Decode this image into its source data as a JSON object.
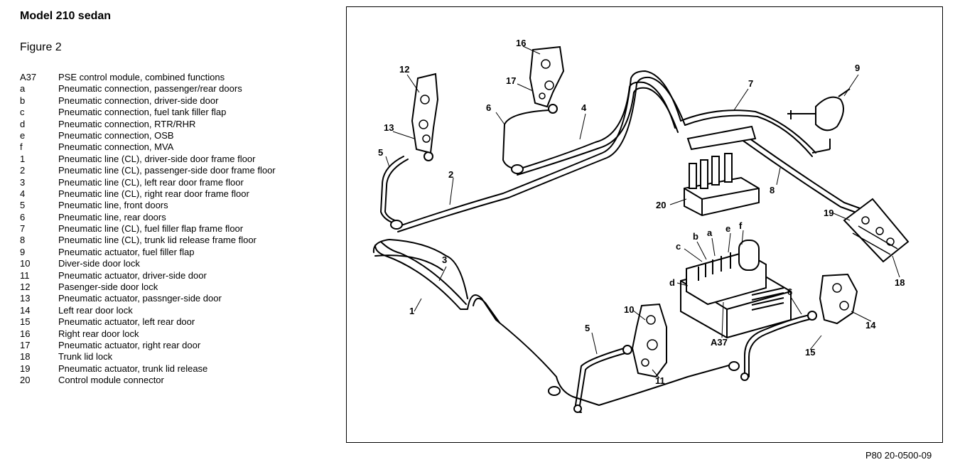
{
  "header": {
    "title": "Model 210 sedan",
    "subtitle": "Figure 2"
  },
  "legend": [
    {
      "key": "A37",
      "desc": "PSE control module, combined functions"
    },
    {
      "key": "a",
      "desc": "Pneumatic connection, passenger/rear doors"
    },
    {
      "key": "b",
      "desc": "Pneumatic connection, driver-side door"
    },
    {
      "key": "c",
      "desc": "Pneumatic connection, fuel tank filler flap"
    },
    {
      "key": "d",
      "desc": "Pneumatic connection, RTR/RHR"
    },
    {
      "key": "e",
      "desc": "Pneumatic connection, OSB"
    },
    {
      "key": "f",
      "desc": "Pneumatic connection, MVA"
    },
    {
      "key": "1",
      "desc": "Pneumatic line (CL), driver-side door frame floor"
    },
    {
      "key": "2",
      "desc": "Pneumatic line (CL), passenger-side door frame floor"
    },
    {
      "key": "3",
      "desc": "Pneumatic line (CL), left rear door frame floor"
    },
    {
      "key": "4",
      "desc": "Pneumatic line (CL), right rear door frame floor"
    },
    {
      "key": "5",
      "desc": "Pneumatic line, front doors"
    },
    {
      "key": "6",
      "desc": "Pneumatic line, rear doors"
    },
    {
      "key": "7",
      "desc": "Pneumatic line (CL), fuel filler flap frame floor"
    },
    {
      "key": "8",
      "desc": "Pneumatic line (CL), trunk lid release frame floor"
    },
    {
      "key": "9",
      "desc": "Pneumatic actuator, fuel filler flap"
    },
    {
      "key": "10",
      "desc": "Diver-side door lock"
    },
    {
      "key": "11",
      "desc": "Pneumatic actuator, driver-side door"
    },
    {
      "key": "12",
      "desc": "Pasenger-side door lock"
    },
    {
      "key": "13",
      "desc": "Pneumatic actuator, passnger-side door"
    },
    {
      "key": "14",
      "desc": "Left rear door lock"
    },
    {
      "key": "15",
      "desc": "Pneumatic actuator, left rear door"
    },
    {
      "key": "16",
      "desc": "Right rear door lock"
    },
    {
      "key": "17",
      "desc": "Pneumatic actuator, right rear door"
    },
    {
      "key": "18",
      "desc": "Trunk lid lock"
    },
    {
      "key": "19",
      "desc": "Pneumatic actuator, trunk lid release"
    },
    {
      "key": "20",
      "desc": "Control module connector"
    }
  ],
  "diagram": {
    "callouts": [
      "16",
      "12",
      "17",
      "6",
      "4",
      "7",
      "9",
      "13",
      "5",
      "2",
      "20",
      "8",
      "19",
      "18",
      "3",
      "1",
      "c",
      "b",
      "a",
      "e",
      "f",
      "d",
      "A37",
      "10",
      "5",
      "11",
      "6",
      "14",
      "15"
    ]
  },
  "footer": {
    "reference": "P80 20-0500-09"
  }
}
